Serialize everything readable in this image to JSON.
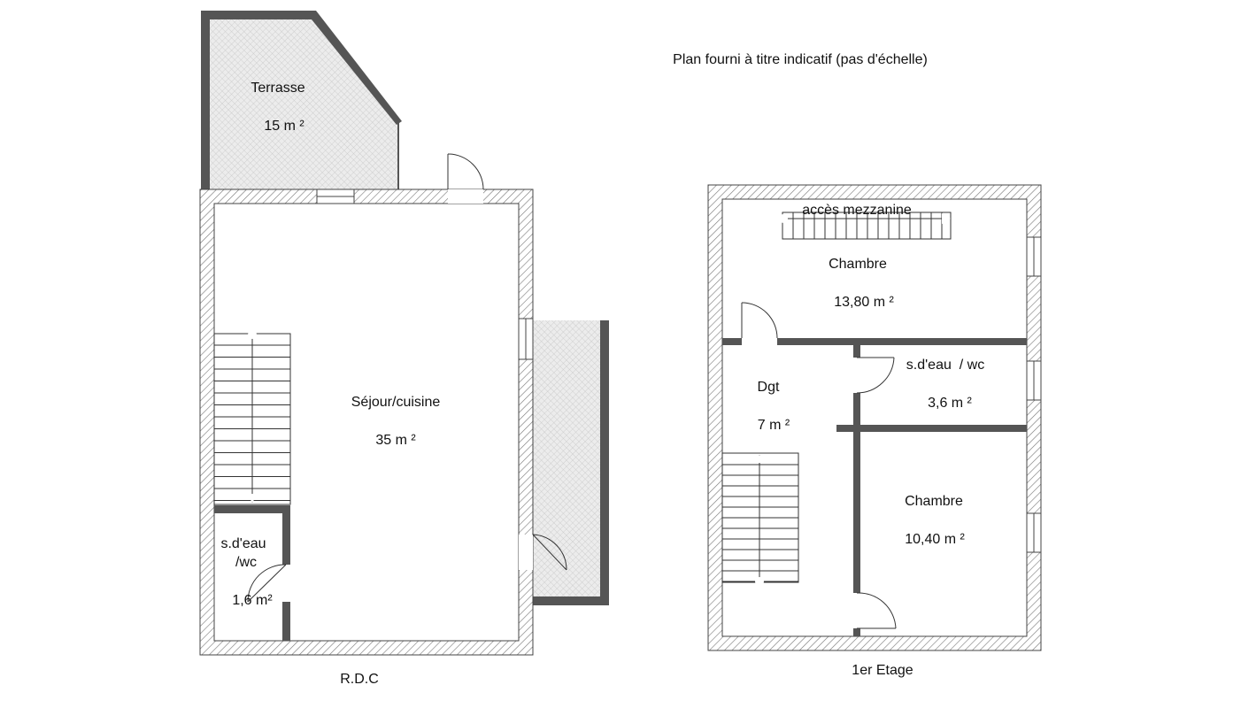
{
  "note": "Plan fourni à titre indicatif (pas d'échelle)",
  "rdc": {
    "label": "R.D.C",
    "terrasse": {
      "name": "Terrasse",
      "area": "15 m ²"
    },
    "sejour": {
      "name": "Séjour/cuisine",
      "area": "35 m ²"
    },
    "sdeau": {
      "name_line1": "s.d'eau",
      "name_line2": "/wc",
      "area": "1,6 m²"
    }
  },
  "etage": {
    "label": "1er Etage",
    "mezzanine": "accès mezzanine",
    "chambre1": {
      "name": "Chambre",
      "area": "13,80 m ²"
    },
    "dgt": {
      "name": "Dgt",
      "area": "7 m ²"
    },
    "sdeau": {
      "name": "s.d'eau  / wc",
      "area": "3,6 m ²"
    },
    "chambre2": {
      "name": "Chambre",
      "area": "10,40 m ²"
    }
  }
}
